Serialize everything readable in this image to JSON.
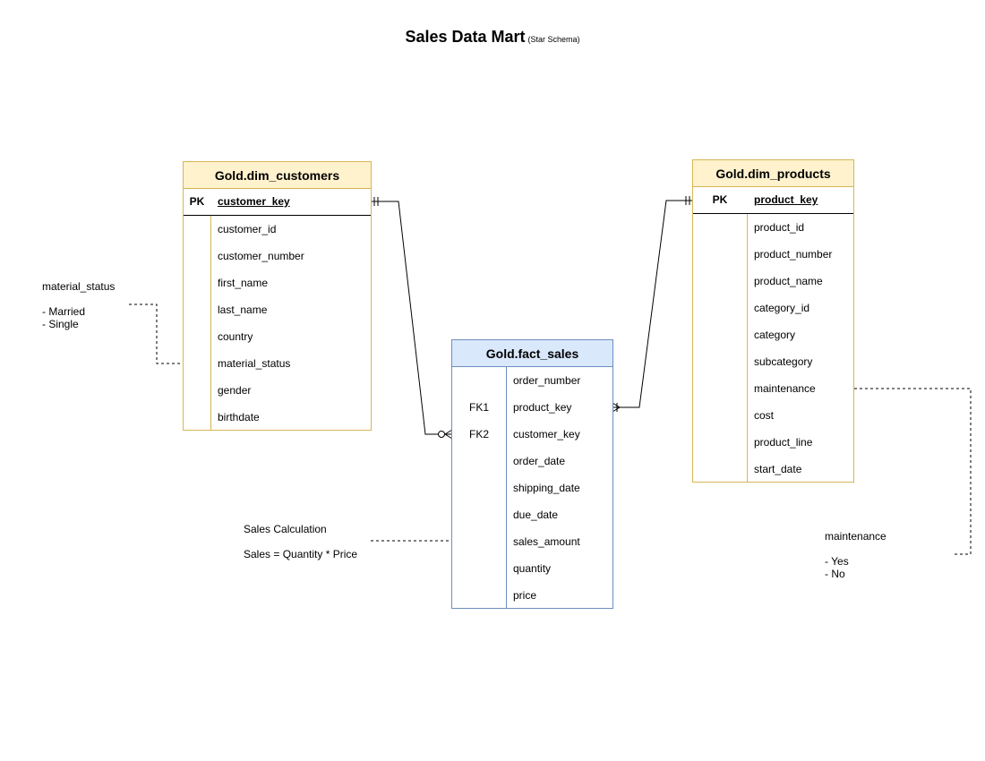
{
  "title": {
    "main": "Sales Data Mart",
    "sub": "(Star Schema)"
  },
  "customers": {
    "name": "Gold.dim_customers",
    "pk_label": "PK",
    "pk_field": "customer_key",
    "fields": [
      "customer_id",
      "customer_number",
      "first_name",
      "last_name",
      "country",
      "material_status",
      "gender",
      "birthdate"
    ]
  },
  "products": {
    "name": "Gold.dim_products",
    "pk_label": "PK",
    "pk_field": "product_key",
    "fields": [
      "product_id",
      "product_number",
      "product_name",
      "category_id",
      "category",
      "subcategory",
      "maintenance",
      "cost",
      "product_line",
      "start_date"
    ]
  },
  "fact": {
    "name": "Gold.fact_sales",
    "rows": [
      {
        "key": "",
        "field": "order_number"
      },
      {
        "key": "FK1",
        "field": "product_key"
      },
      {
        "key": "FK2",
        "field": "customer_key"
      },
      {
        "key": "",
        "field": "order_date"
      },
      {
        "key": "",
        "field": "shipping_date"
      },
      {
        "key": "",
        "field": "due_date"
      },
      {
        "key": "",
        "field": "sales_amount"
      },
      {
        "key": "",
        "field": "quantity"
      },
      {
        "key": "",
        "field": "price"
      }
    ]
  },
  "notes": {
    "material_status": {
      "title": "material_status",
      "items": [
        "- Married",
        "- Single"
      ]
    },
    "sales_calc": {
      "title": "Sales Calculation",
      "formula": "Sales = Quantity * Price"
    },
    "maintenance": {
      "title": "maintenance",
      "items": [
        "- Yes",
        "- No"
      ]
    }
  },
  "colors": {
    "dimension_border": "#d6b656",
    "dimension_header": "#fff2cc",
    "fact_border": "#6c8ebf",
    "fact_header": "#dae8fc"
  }
}
